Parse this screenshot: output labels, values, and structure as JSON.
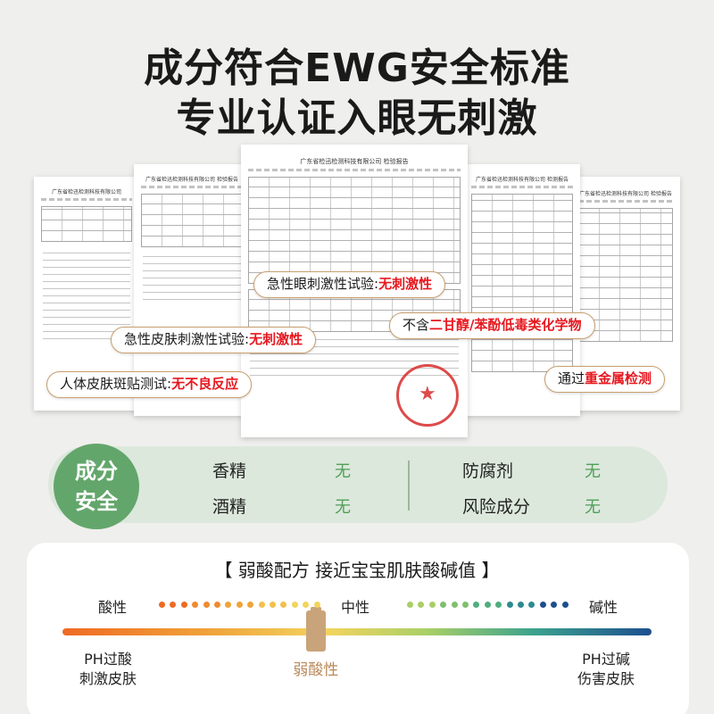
{
  "headline": {
    "line1": "成分符合EWG安全标准",
    "line2": "专业认证入眼无刺激"
  },
  "documents": {
    "doc1_header": "广东省检迅检测科技有限公司",
    "doc2_header": "广东省检迅检测科技有限公司 检验报告",
    "doc3_header": "广东省检迅检测科技有限公司 检验报告",
    "doc4_header": "广东省检迅检测科技有限公司 检测报告",
    "doc5_header": "广东省检迅检测科技有限公司 检验报告"
  },
  "test_labels": {
    "eye": {
      "prefix": "急性眼刺激性试验:",
      "result": "无刺激性"
    },
    "skin": {
      "prefix": "急性皮肤刺激性试验:",
      "result": "无刺激性"
    },
    "patch": {
      "prefix": "人体皮肤斑贴测试:",
      "result": "无不良反应"
    },
    "glycol": {
      "prefix": "不含",
      "result": "二甘醇/苯酚低毒类化学物"
    },
    "metal": {
      "prefix": "通过",
      "result": "重金属检测"
    }
  },
  "safety": {
    "badge_line1": "成分",
    "badge_line2": "安全",
    "items": [
      {
        "name": "香精",
        "value": "无"
      },
      {
        "name": "酒精",
        "value": "无"
      },
      {
        "name": "防腐剂",
        "value": "无"
      },
      {
        "name": "风险成分",
        "value": "无"
      }
    ]
  },
  "ph": {
    "title": "【 弱酸配方 接近宝宝肌肤酸碱值 】",
    "acid_label": "酸性",
    "neutral_label": "中性",
    "alkaline_label": "碱性",
    "left_desc_line1": "PH过酸",
    "left_desc_line2": "刺激皮肤",
    "marker_label": "弱酸性",
    "right_desc_line1": "PH过碱",
    "right_desc_line2": "伤害皮肤",
    "marker_position_fraction": 0.43
  },
  "colors": {
    "headline": "#1a1a1a",
    "highlight_red": "#e6181f",
    "safe_green": "#63a66b",
    "band_green": "#dce8dc",
    "marker_tan": "#c9a47a"
  }
}
